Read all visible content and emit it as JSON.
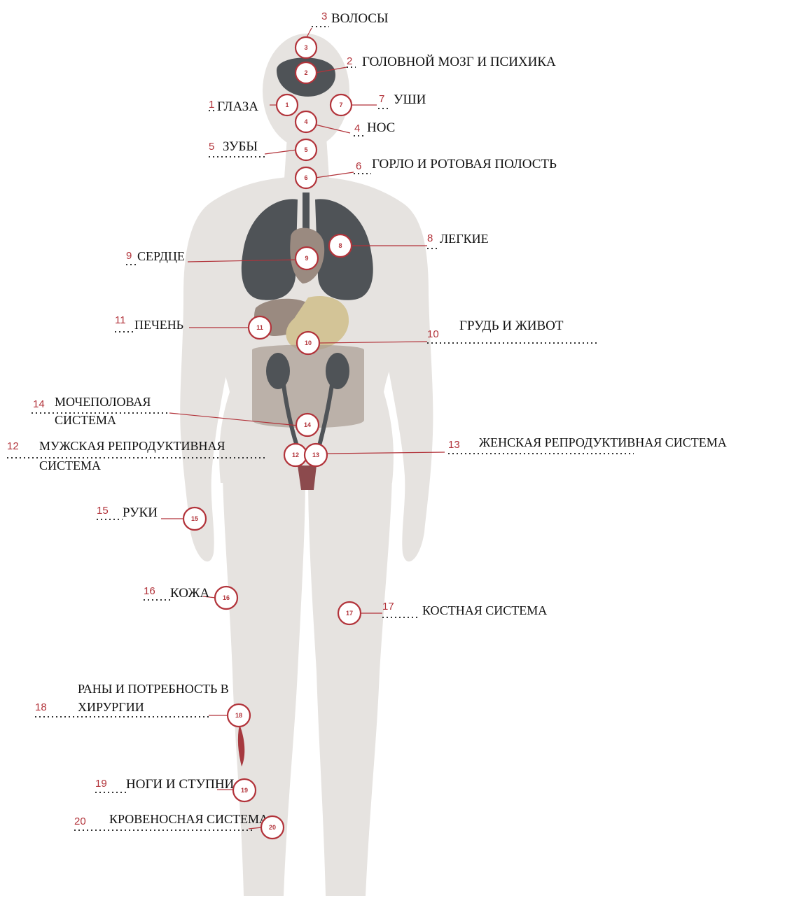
{
  "colors": {
    "accent": "#b2333a",
    "body": "#e6e3e0",
    "organ_dark": "#4f5357",
    "organ_brown": "#9a8a80",
    "organ_tan": "#d3c497"
  },
  "items": [
    {
      "n": "1",
      "label": "ГЛАЗА"
    },
    {
      "n": "2",
      "label": "ГОЛОВНОЙ МОЗГ И ПСИХИКА"
    },
    {
      "n": "3",
      "label": "ВОЛОСЫ"
    },
    {
      "n": "4",
      "label": "НОС"
    },
    {
      "n": "5",
      "label": "ЗУБЫ"
    },
    {
      "n": "6",
      "label": "ГОРЛО И РОТОВАЯ ПОЛОСТЬ"
    },
    {
      "n": "7",
      "label": "УШИ"
    },
    {
      "n": "8",
      "label": "ЛЕГКИЕ"
    },
    {
      "n": "9",
      "label": "СЕРДЦЕ"
    },
    {
      "n": "10",
      "label": "ГРУДЬ И ЖИВОТ"
    },
    {
      "n": "11",
      "label": "ПЕЧЕНЬ"
    },
    {
      "n": "12",
      "label": [
        "МУЖСКАЯ РЕПРОДУКТИВНАЯ",
        "СИСТЕМА"
      ]
    },
    {
      "n": "13",
      "label": "ЖЕНСКАЯ РЕПРОДУКТИВНАЯ СИСТЕМА"
    },
    {
      "n": "14",
      "label": [
        "МОЧЕПОЛОВАЯ",
        "СИСТЕМА"
      ]
    },
    {
      "n": "15",
      "label": "РУКИ"
    },
    {
      "n": "16",
      "label": "КОЖА"
    },
    {
      "n": "17",
      "label": "КОСТНАЯ СИСТЕМА"
    },
    {
      "n": "18",
      "label": [
        "РАНЫ И ПОТРЕБНОСТЬ В",
        "ХИРУРГИИ"
      ]
    },
    {
      "n": "19",
      "label": "НОГИ И СТУПНИ"
    },
    {
      "n": "20",
      "label": "КРОВЕНОСНАЯ СИСТЕМА"
    }
  ]
}
